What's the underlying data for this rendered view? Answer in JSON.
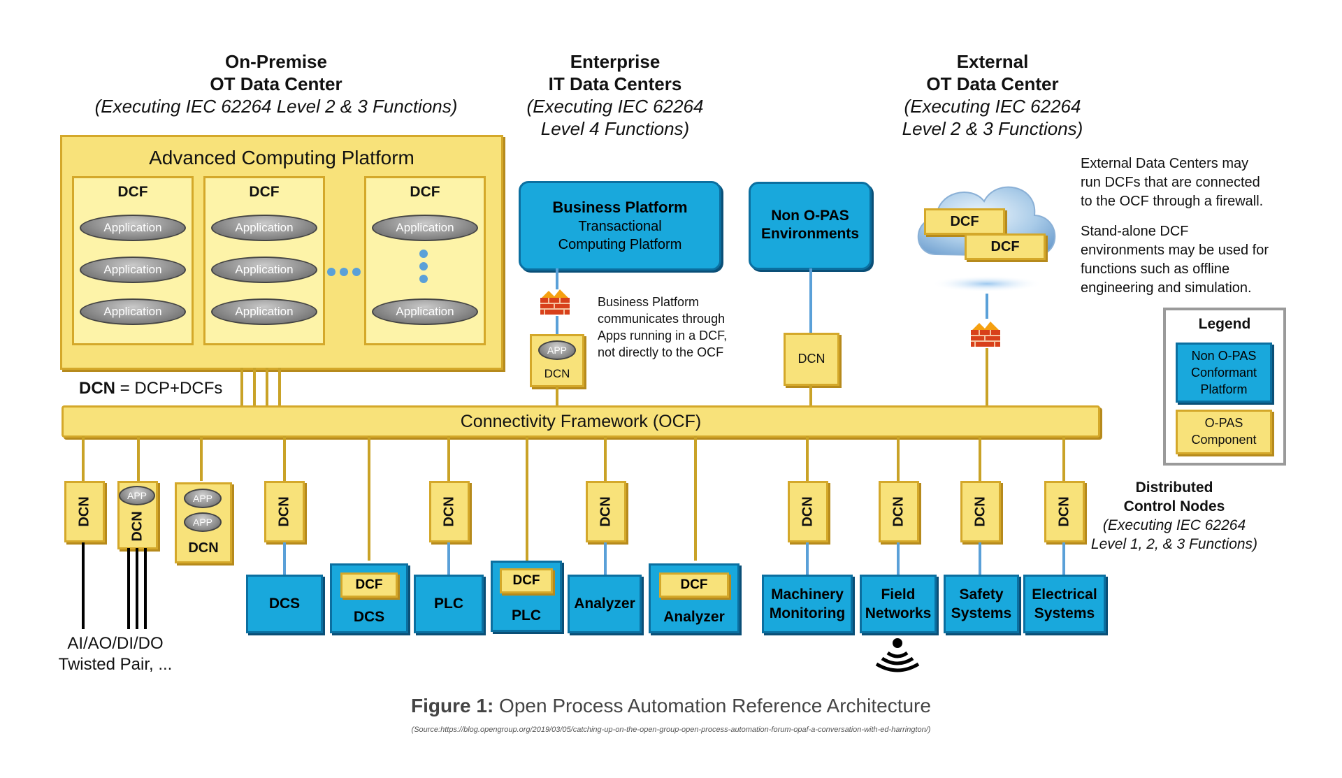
{
  "headers": {
    "on_premise": {
      "line1": "On-Premise",
      "line2": "OT Data Center",
      "line3": "(Executing IEC 62264 Level 2 & 3 Functions)"
    },
    "enterprise": {
      "line1": "Enterprise",
      "line2": "IT Data Centers",
      "line3": "(Executing IEC 62264",
      "line4": "Level 4 Functions)"
    },
    "external": {
      "line1": "External",
      "line2": "OT Data Center",
      "line3": "(Executing IEC 62264",
      "line4": "Level 2 & 3 Functions)"
    }
  },
  "acp": {
    "title": "Advanced Computing Platform",
    "dcf_label": "DCF",
    "app_label": "Application",
    "dcn_eq": "DCN",
    "dcn_eq_rest": "= DCP+DCFs"
  },
  "business": {
    "title": "Business Platform",
    "line2": "Transactional",
    "line3": "Computing Platform"
  },
  "business_note": [
    "Business Platform",
    "communicates through",
    "Apps running in a DCF,",
    "not directly to the OCF"
  ],
  "non_opas_env": {
    "line1": "Non O-PAS",
    "line2": "Environments"
  },
  "cloud": {
    "dcf1": "DCF",
    "dcf2": "DCF"
  },
  "external_note": [
    "External Data Centers may",
    "run DCFs that are connected",
    "to the OCF through a firewall.",
    "",
    "Stand-alone DCF",
    "environments may be used for",
    "functions such as offline",
    "engineering and simulation."
  ],
  "legend": {
    "title": "Legend",
    "blue": [
      "Non O-PAS",
      "Conformant",
      "Platform"
    ],
    "yellow": [
      "O-PAS",
      "Component"
    ]
  },
  "ocf": {
    "label": "Connectivity Framework (OCF)"
  },
  "labels": {
    "app": "APP",
    "dcn": "DCN",
    "dcf": "DCF"
  },
  "bottom": {
    "dcs": "DCS",
    "plc": "PLC",
    "analyzer": "Analyzer",
    "machinery": [
      "Machinery",
      "Monitoring"
    ],
    "field": [
      "Field",
      "Networks"
    ],
    "safety": [
      "Safety",
      "Systems"
    ],
    "electrical": [
      "Electrical",
      "Systems"
    ]
  },
  "io_label": [
    "AI/AO/DI/DO",
    "Twisted Pair, ..."
  ],
  "dcn_note": {
    "line1": "Distributed",
    "line2": "Control Nodes",
    "line3": "(Executing IEC 62264",
    "line4": "Level 1, 2, & 3 Functions)"
  },
  "caption": {
    "prefix": "Figure 1:",
    "text": " Open Process Automation Reference Architecture"
  },
  "source": "(Source:https://blog.opengroup.org/2019/03/05/catching-up-on-the-open-group-open-process-automation-forum-opaf-a-conversation-with-ed-harrington/)",
  "colors": {
    "opas_yellow": "#f8e27a",
    "non_opas_blue": "#19a8dc"
  }
}
